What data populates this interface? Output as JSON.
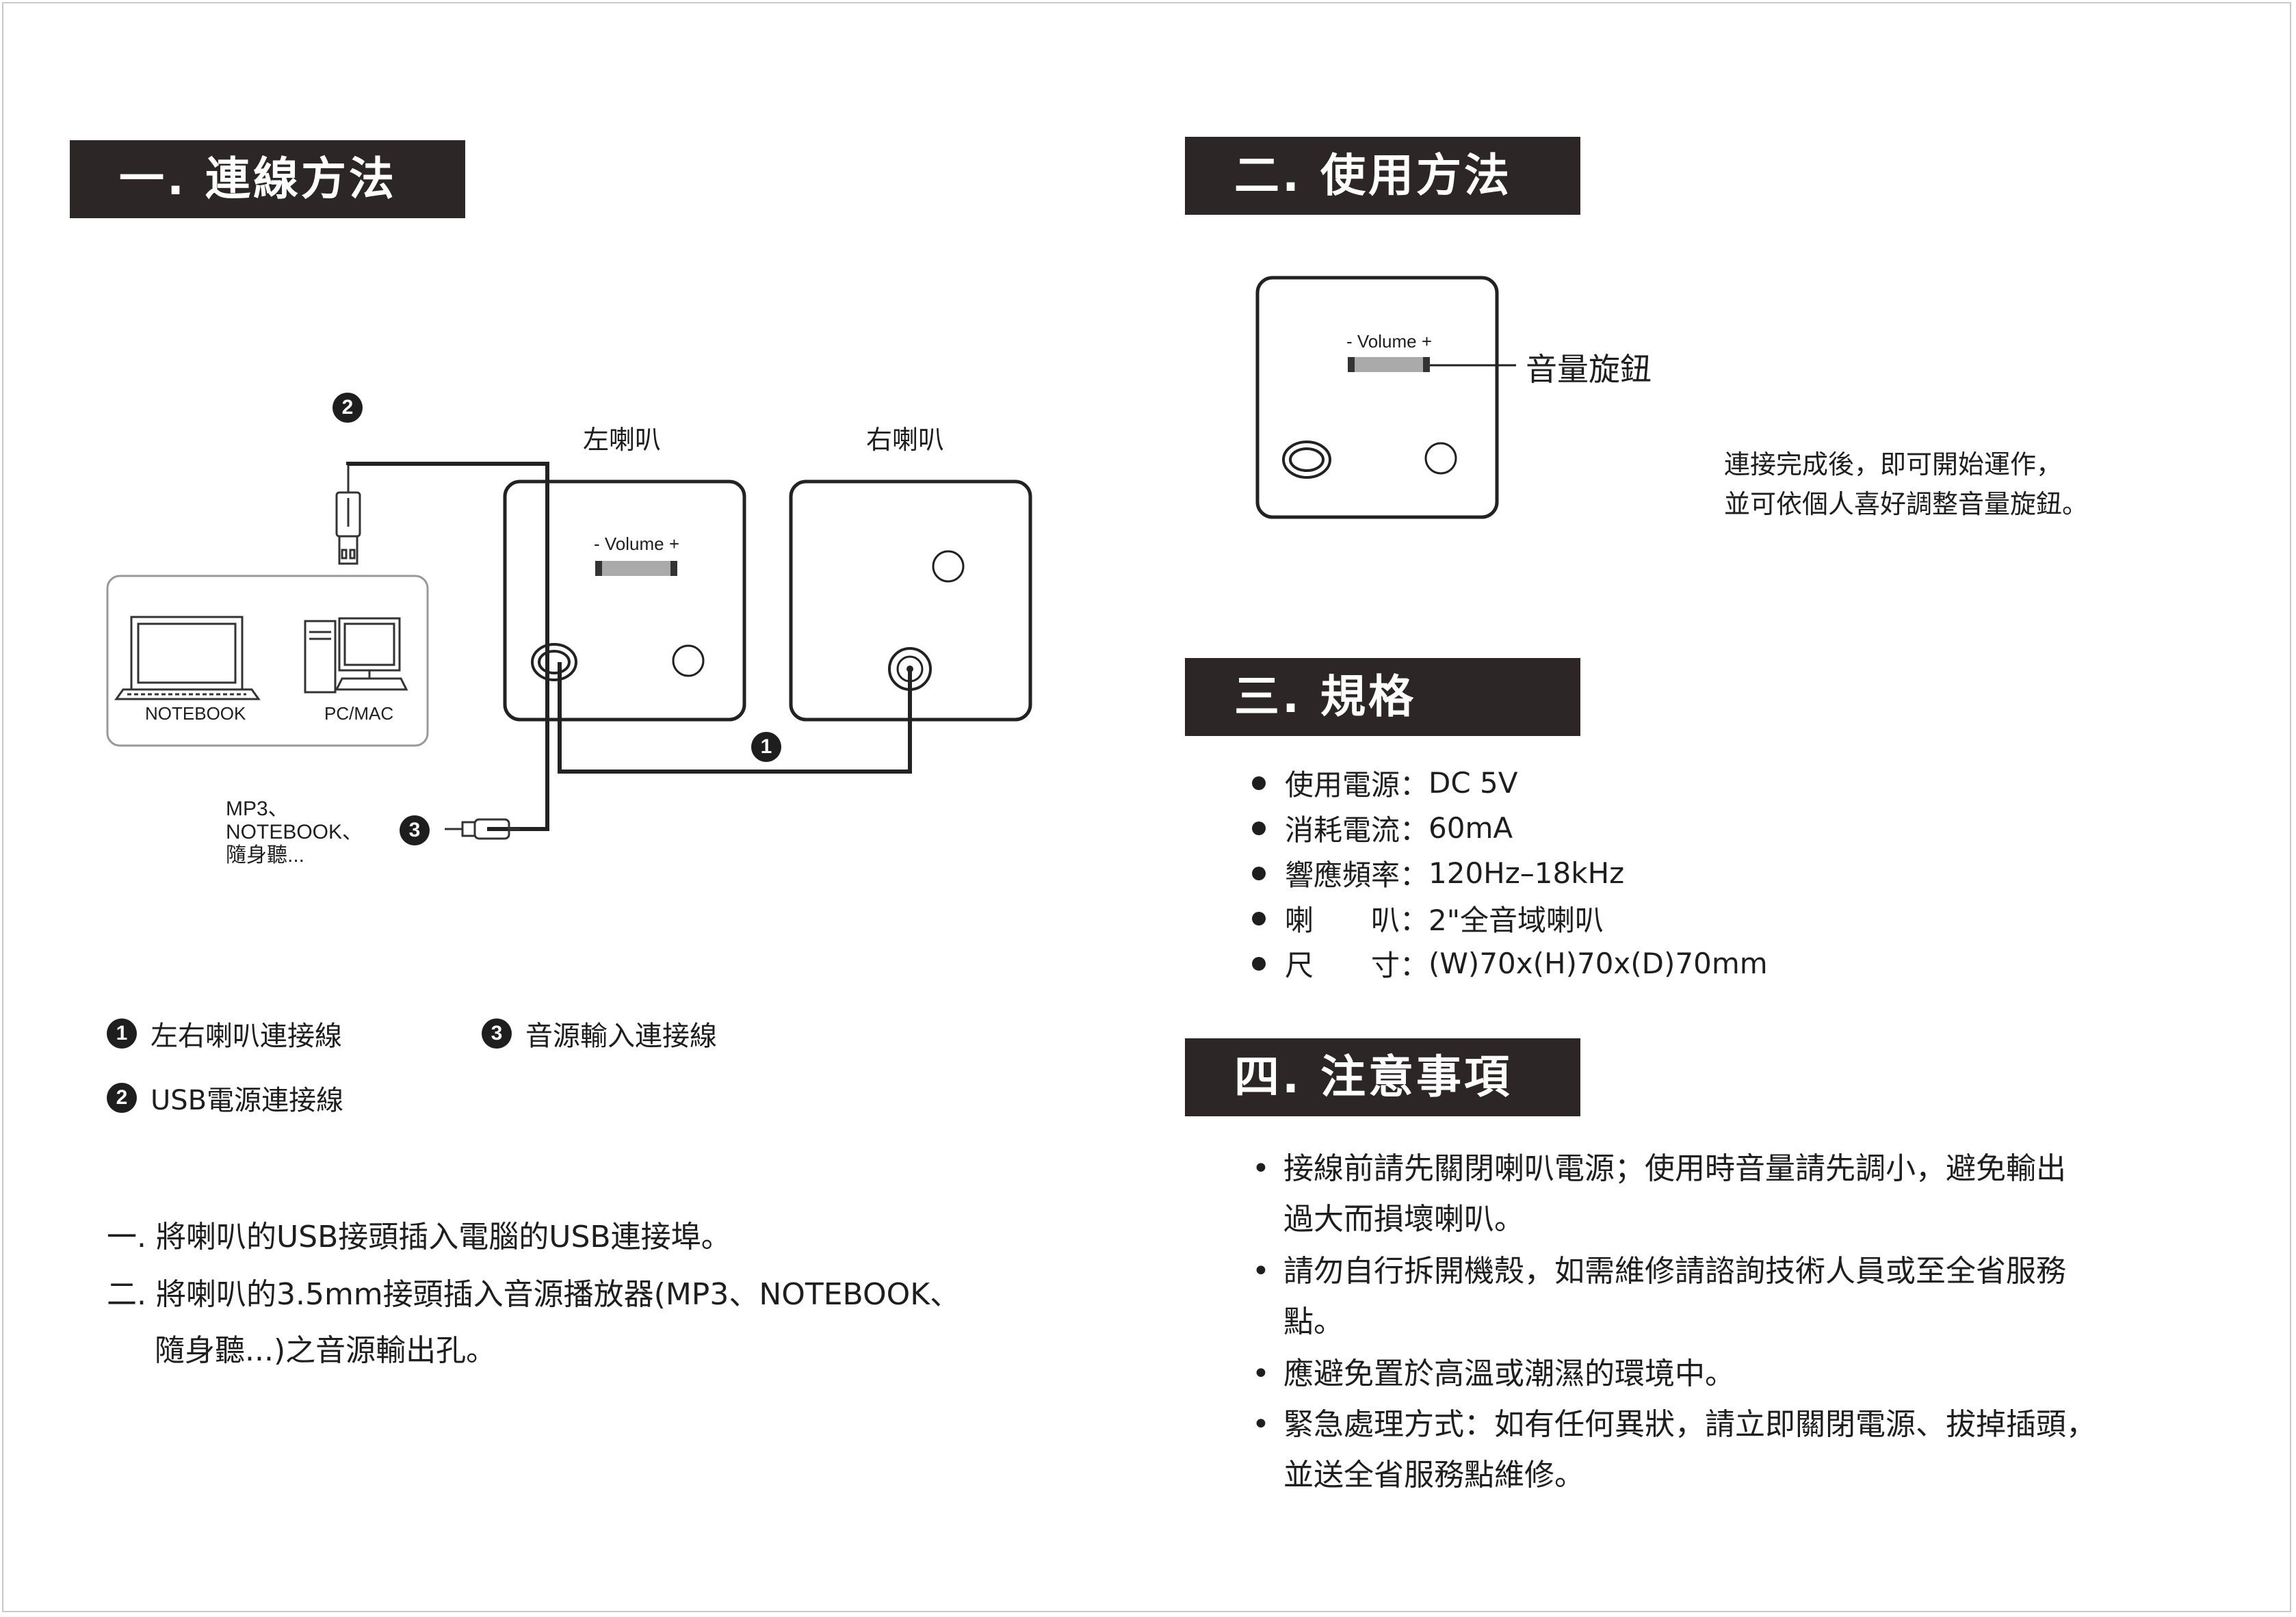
{
  "sections": {
    "connect": "一. 連線方法",
    "usage": "二. 使用方法",
    "specs": "三. 規格",
    "notes": "四. 注意事項"
  },
  "diagram": {
    "left_speaker": "左喇叭",
    "right_speaker": "右喇叭",
    "volume_label": "- Volume +",
    "notebook": "NOTEBOOK",
    "pcmac": "PC/MAC",
    "audio_source_lines": [
      "MP3、",
      "NOTEBOOK、",
      "隨身聽..."
    ],
    "num1": "1",
    "num2": "2",
    "num3": "3"
  },
  "legend": {
    "item1": "左右喇叭連接線",
    "item2": "USB電源連接線",
    "item3": "音源輸入連接線",
    "num1": "1",
    "num2": "2",
    "num3": "3"
  },
  "steps": [
    "一. 將喇叭的USB接頭插入電腦的USB連接埠。",
    "二. 將喇叭的3.5mm接頭插入音源播放器(MP3、NOTEBOOK、",
    "隨身聽...)之音源輸出孔。"
  ],
  "usage": {
    "volume_label": "- Volume +",
    "knob_label": "音量旋鈕",
    "desc": [
      "連接完成後，即可開始運作，",
      "並可依個人喜好調整音量旋鈕。"
    ]
  },
  "specs": [
    {
      "label": "使用電源：",
      "value": "DC 5V"
    },
    {
      "label": "消耗電流：",
      "value": "60mA"
    },
    {
      "label": "響應頻率：",
      "value": "120Hz–18kHz"
    },
    {
      "label": "喇　　叭：",
      "value": "2\"全音域喇叭"
    },
    {
      "label": "尺　　寸：",
      "value": "(W)70x(H)70x(D)70mm"
    }
  ],
  "notes": [
    {
      "lines": [
        "接線前請先關閉喇叭電源；使用時音量請先調小，避免輸出",
        "過大而損壞喇叭。"
      ]
    },
    {
      "lines": [
        "請勿自行拆開機殼，如需維修請諮詢技術人員或至全省服務",
        "點。"
      ]
    },
    {
      "lines": [
        "應避免置於高溫或潮濕的環境中。"
      ]
    },
    {
      "lines": [
        "緊急處理方式：如有任何異狀，請立即關閉電源、拔掉插頭，",
        "並送全省服務點維修。"
      ]
    }
  ]
}
